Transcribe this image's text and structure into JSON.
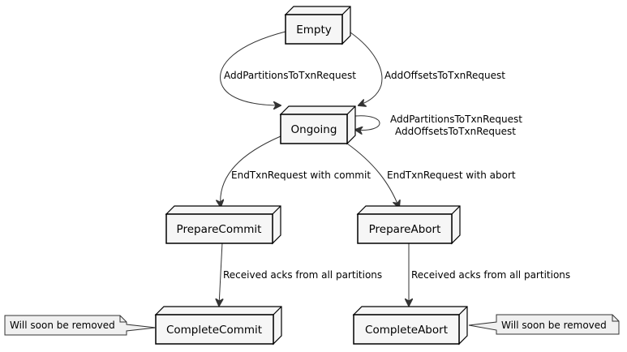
{
  "nodes": {
    "empty": "Empty",
    "ongoing": "Ongoing",
    "prepare_commit": "PrepareCommit",
    "prepare_abort": "PrepareAbort",
    "complete_commit": "CompleteCommit",
    "complete_abort": "CompleteAbort"
  },
  "edges": {
    "empty_to_ongoing_partitions": "AddPartitionsToTxnRequest",
    "empty_to_ongoing_offsets": "AddOffsetsToTxnRequest",
    "self_loop_line1": "AddPartitionsToTxnRequest",
    "self_loop_line2": "AddOffsetsToTxnRequest",
    "ongoing_to_prepare_commit": "EndTxnRequest with commit",
    "ongoing_to_prepare_abort": "EndTxnRequest with abort",
    "prepare_commit_to_complete": "Received acks from all partitions",
    "prepare_abort_to_complete": "Received acks from all partitions"
  },
  "notes": {
    "left": "Will soon be removed",
    "right": "Will soon be removed"
  }
}
